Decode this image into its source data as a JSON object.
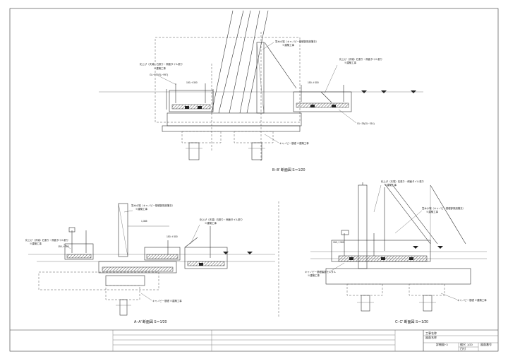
{
  "sections": [
    {
      "id": "B",
      "label": "B−B′ 断面図  S＝1/20"
    },
    {
      "id": "A",
      "label": "A−A′ 断面図  S＝1/20"
    },
    {
      "id": "C",
      "label": "C−C′ 断面図  S＝1/20"
    }
  ],
  "notes": {
    "b_wall": "笠木小端（キャノピー基礎部既設撤去）",
    "b_works1": "※建築工事",
    "b_left_tile": "化上げ（天端）石張り・側面タイル張り",
    "b_works2": "※建築工事",
    "b_right_tile": "化上げ（天端）石張り・側面タイル張り",
    "b_works3": "※建築工事",
    "b_gl_left": "GL−970(SL−997)",
    "b_gl_right": "GL−25(GL−314)",
    "b_canopy": "キャノピー基礎    ※建築工事",
    "b_dim1": "150,＋300",
    "b_dim2": "150,＋300",
    "a_wall": "笠木小端（キャノピー基礎部既設撤去）",
    "a_works1": "※建築工事",
    "a_left_tile": "化上げ（天端）石張り・側面タイル張り",
    "a_works2": "※建築工事",
    "a_right_tile": "化上げ（天端）石張り・側面タイル張り",
    "a_works3": "※建築工事",
    "a_dim_top": "1,365",
    "a_dim1": "150,＋300",
    "a_dim2": "150,＋300",
    "a_canopy": "キャノピー基礎    ※建築工事",
    "c_top_tile": "化上げ（天端）石張り・側面タイル張り",
    "c_works1": "※建築工事",
    "c_wall": "笠木小端（キャノピー基礎部既設撤去）",
    "c_works2": "※建築工事",
    "c_hinge": "キャノピー基礎脇部モルタル",
    "c_works3": "※建築工事",
    "c_canopy": "キャノピー基礎    ※建築工事",
    "c_dim1": "150,＋300"
  },
  "title_block": {
    "project_label": "工事名称",
    "drawing_label": "図面名称",
    "drawing_name": "詳細図−3",
    "scale_label": "縮尺",
    "scale_value": "1/20",
    "date_label": "日付",
    "no_label": "図面番号"
  }
}
